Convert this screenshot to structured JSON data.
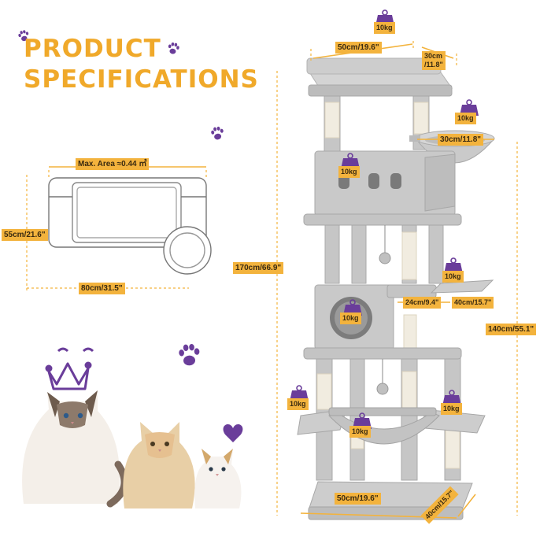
{
  "title_line1": "PRODUCT",
  "title_line2": "SPECIFICATIONS",
  "max_area": "Max. Area ≈0.44 ㎡",
  "dim_base_height": "55cm/21.6\"",
  "dim_base_width": "80cm/31.5\"",
  "dim_total_height": "170cm/66.9\"",
  "dim_top_width": "50cm/19.6\"",
  "dim_top_depth_a": "30cm",
  "dim_top_depth_b": "/11.8\"",
  "dim_basket": "30cm/11.8\"",
  "dim_perch_w": "24cm/9.4\"",
  "dim_perch_d": "40cm/15.7\"",
  "dim_height_lower": "140cm/55.1\"",
  "dim_bottom_width": "50cm/19.6\"",
  "dim_bottom_depth": "40cm/15.7\"",
  "weight": "10kg",
  "colors": {
    "accent": "#f3b33d",
    "purple": "#6a3d9a",
    "plush": "#c4c4c4",
    "sisal": "#f1ece0"
  },
  "icons": [
    "paw-icon",
    "crown-icon",
    "heart-icon",
    "weight-icon"
  ]
}
